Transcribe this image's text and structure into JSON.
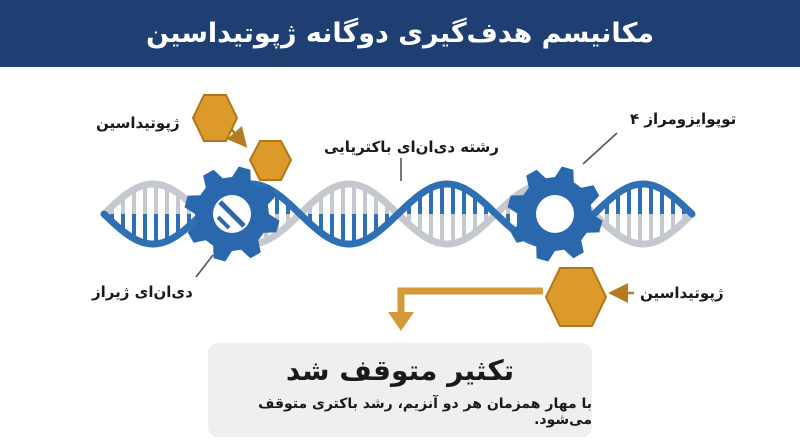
{
  "header": {
    "title": "مکانیسم هدف‌گیری دوگانه ژپوتیداسین"
  },
  "labels": {
    "gepotidacin_top": "ژپوتیداسین",
    "bacterial_dna": "رشته دی‌ان‌ای باکتریایی",
    "topoisomerase": "توپوایزومراز ۴",
    "dna_gyrase": "دی‌ان‌ای ژیراز",
    "gepotidacin_bottom": "ژپوتیداسین"
  },
  "result": {
    "title": "تکثیر متوقف شد",
    "description": "با مهار همزمان هر دو آنزیم، رشد باکتری متوقف می‌شود."
  },
  "colors": {
    "header_bg": "#1f3f72",
    "dna_blue": "#2f6fb3",
    "dna_gray": "#c5c9cf",
    "gear_blue": "#2b67ad",
    "drug_orange": "#dc9a2a",
    "drug_stroke": "#b0761c",
    "arrow_orange": "#d49a3a"
  },
  "icons": {
    "gear": "gear-icon",
    "hexagon": "hexagon-icon",
    "arrow": "arrow-icon"
  }
}
